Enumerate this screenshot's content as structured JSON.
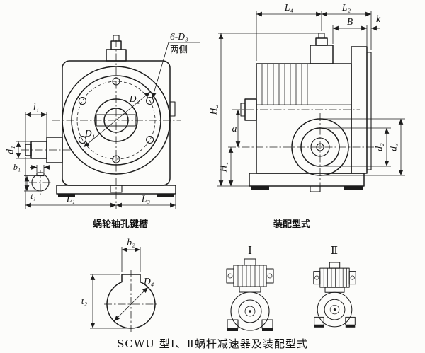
{
  "page": {
    "caption": "SCWU 型Ⅰ、Ⅱ蜗杆减速器及装配型式"
  },
  "front_view": {
    "note_holes": "6-D₃",
    "note_sides": "两侧",
    "dim_D1": "D₁",
    "dim_D2": "D₂",
    "dim_l1": "l₁",
    "dim_d1": "d₁",
    "dim_b1": "b₁",
    "dim_t1": "t₁",
    "dim_L1": "L₁",
    "dim_L3": "L₃"
  },
  "side_view": {
    "dim_L4": "L₄",
    "dim_L2": "L₂",
    "dim_B": "B",
    "dim_k": "k",
    "dim_H2": "H₂",
    "dim_a": "a",
    "dim_H1": "H₁",
    "dim_d2": "d₂",
    "dim_d3": "d₃"
  },
  "keyway_view": {
    "title": "蜗轮轴孔键槽",
    "dim_b2": "b₂",
    "dim_t2": "t₂",
    "dim_D4": "D₄"
  },
  "assembly_view": {
    "title": "装配型式",
    "type_1": "Ⅰ",
    "type_2": "Ⅱ"
  }
}
